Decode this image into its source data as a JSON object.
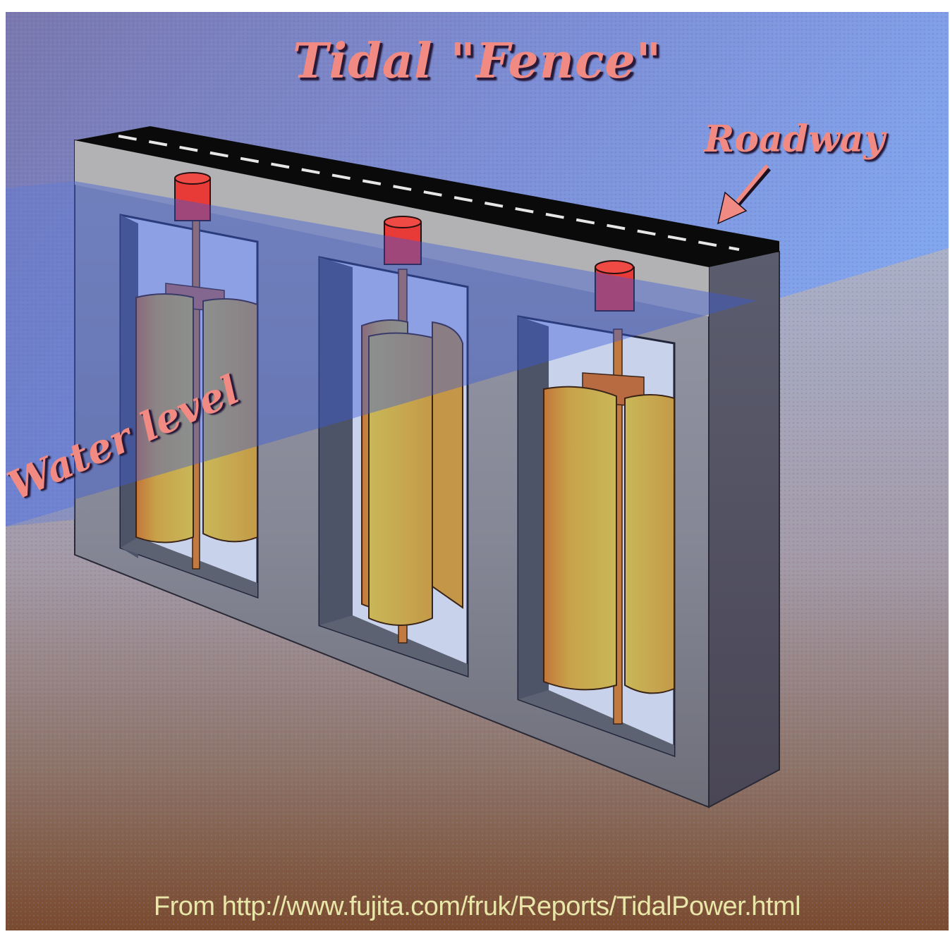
{
  "figure": {
    "title": "Tidal \"Fence\"",
    "labels": {
      "roadway": "Roadway",
      "water_level": "Water level"
    },
    "caption": "From http://www.fujita.com/fruk/Reports/TidalPower.html",
    "components": [
      {
        "name": "roadway-deck",
        "description": "black road surface with white dashed center line atop the fence"
      },
      {
        "name": "concrete-frame",
        "description": "grey rectangular fence structure with three openings"
      },
      {
        "name": "turbine-1",
        "description": "vertical-axis turbine with yellow curved blades, left bay"
      },
      {
        "name": "turbine-2",
        "description": "vertical-axis turbine with yellow curved blades, middle bay"
      },
      {
        "name": "turbine-3",
        "description": "vertical-axis turbine with yellow curved blades, right bay"
      },
      {
        "name": "generator-caps",
        "description": "three red cylindrical generators on top of each shaft"
      }
    ],
    "colors": {
      "sky_top": "#7f7fb8",
      "sky_right": "#7c9ee6",
      "water": "#5a78d8",
      "ground_top": "#a9b4c8",
      "ground_bottom": "#7a4a30",
      "frame_grey": "#8a8c98",
      "frame_dark": "#4a4e62",
      "road_black": "#0a0a0a",
      "road_dash": "#e8e8e8",
      "deck_grey": "#b0b0b0",
      "generator_red": "#e83a36",
      "blade_yellow": "#c8b450",
      "blade_orange": "#c07a3a",
      "shaft_orange": "#c27a40",
      "label_pink": "#f08a82",
      "caption_text": "#e8e6a8"
    }
  }
}
